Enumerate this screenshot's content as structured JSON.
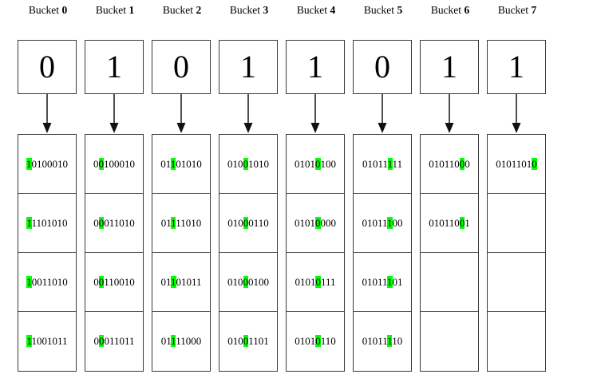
{
  "diagram": {
    "title": "radix-sort-bucket-distribution",
    "label_prefix": "Bucket",
    "highlight_color": "#00ff00",
    "box_border_color": "#3a3a3a",
    "bits_per_key": 8,
    "rows_per_bucket": 4,
    "buckets": [
      {
        "index": "0",
        "label": "Bucket",
        "digit": "0",
        "highlight_bit": 0,
        "entries": [
          "10100010",
          "11101010",
          "10011010",
          "11001011"
        ]
      },
      {
        "index": "1",
        "label": "Bucket",
        "digit": "1",
        "highlight_bit": 1,
        "entries": [
          "00100010",
          "00011010",
          "00110010",
          "00011011"
        ]
      },
      {
        "index": "2",
        "label": "Bucket",
        "digit": "0",
        "highlight_bit": 2,
        "entries": [
          "01101010",
          "01111010",
          "01101011",
          "01111000"
        ]
      },
      {
        "index": "3",
        "label": "Bucket",
        "digit": "1",
        "highlight_bit": 3,
        "entries": [
          "01001010",
          "01000110",
          "01000100",
          "01001101"
        ]
      },
      {
        "index": "4",
        "label": "Bucket",
        "digit": "1",
        "highlight_bit": 4,
        "entries": [
          "01010100",
          "01010000",
          "01010111",
          "01010110"
        ]
      },
      {
        "index": "5",
        "label": "Bucket",
        "digit": "0",
        "highlight_bit": 5,
        "entries": [
          "01011111",
          "01011100",
          "01011101",
          "01011110"
        ]
      },
      {
        "index": "6",
        "label": "Bucket",
        "digit": "1",
        "highlight_bit": 6,
        "entries": [
          "01011000",
          "01011001",
          "",
          ""
        ]
      },
      {
        "index": "7",
        "label": "Bucket",
        "digit": "1",
        "highlight_bit": 7,
        "entries": [
          "01011010",
          "",
          "",
          ""
        ]
      }
    ]
  }
}
